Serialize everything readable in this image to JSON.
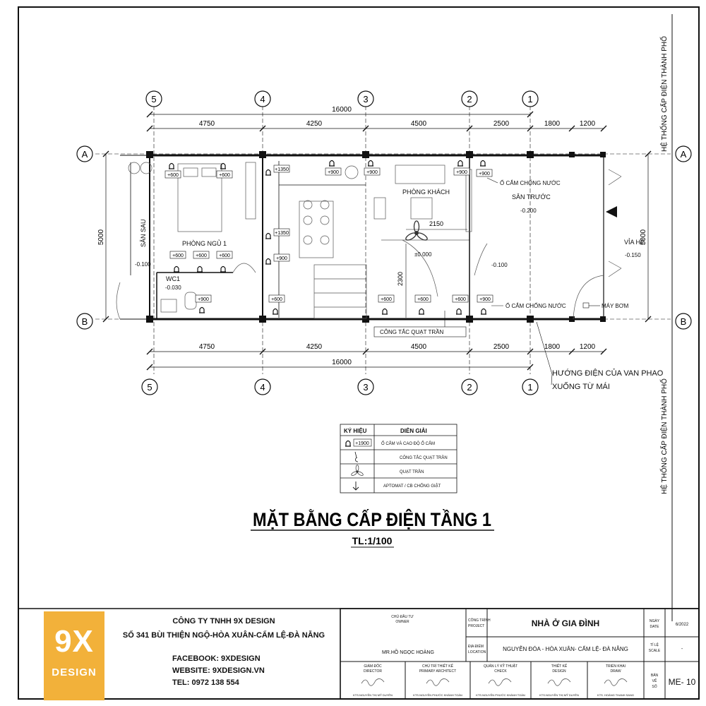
{
  "drawing": {
    "title": "MẶT BẰNG CẤP ĐIỆN TẦNG 1",
    "scale": "TL:1/100",
    "side_label": "HỆ THỐNG CẤP ĐIỆN THÀNH PHỐ"
  },
  "grid": {
    "axes_top": [
      "5",
      "4",
      "3",
      "2",
      "1"
    ],
    "axes_side": [
      "A",
      "B"
    ],
    "dims": [
      "4750",
      "4250",
      "4500",
      "2500",
      "1800",
      "1200"
    ],
    "total": "16000",
    "height_dim": "5000"
  },
  "rooms": {
    "bedroom": "PHÒNG NGỦ 1",
    "living": "PHÒNG KHÁCH",
    "front_yard": "SÂN TRƯỚC",
    "back_yard": "SÂN SAU",
    "wc": "WC1",
    "sidewalk": "VỈA HÈ"
  },
  "levels": {
    "front": "-0.200",
    "zero": "±0.000",
    "back": "-0.100",
    "wc": "-0.030",
    "sidewalk": "-0.150",
    "stair": "-0.100"
  },
  "inner_dims": {
    "d1": "2150",
    "d2": "2300"
  },
  "outlet_tags": {
    "h600": "+600",
    "h900": "+900",
    "h1350": "+1350"
  },
  "annotations": {
    "waterproof_outlet": "Ổ CẮM CHỐNG NƯỚC",
    "fan_switch": "CÔNG TẮC QUẠT TRẦN",
    "pump": "MÁY BƠM",
    "float_line1": "HƯỚNG ĐIỆN CỦA VAN PHAO",
    "float_line2": "XUỐNG TỪ MÁI"
  },
  "legend": {
    "header_symbol": "KÝ HIỆU",
    "header_desc": "DIỄN GIẢI",
    "sample_tag": "+1900",
    "rows": [
      "Ổ CẮM VÀ CAO ĐỘ Ổ CẮM",
      "CÔNG TẮC QUẠT TRẦN",
      "QUẠT TRẦN",
      "APTOMAT / CB CHỐNG GIẬT"
    ]
  },
  "company": {
    "logo_main": "9X",
    "logo_sub": "DESIGN",
    "name": "CÔNG TY TNHH 9X DESIGN",
    "address": "SỐ 341 BÙI THIỆN NGỘ-HÒA XUÂN-CẨM LỆ-ĐÀ NẴNG",
    "facebook": "FACEBOOK: 9XDESIGN",
    "website": "WEBSITE: 9XDESIGN.VN",
    "phone": "TEL: 0972 138 554"
  },
  "title_block": {
    "owner_label": "CHỦ ĐẦU TƯ",
    "owner_label_en": "OWNER",
    "owner": "MR.HỒ NGỌC HOÀNG",
    "project_label": "CÔNG TRÌNH",
    "project_label_en": "PROJECT",
    "project": "NHÀ Ở GIA ĐÌNH",
    "location_label": "ĐỊA ĐIỂM",
    "location_label_en": "LOCATION",
    "location": "NGUYỄN ĐÓA - HÒA XUÂN- CẨM LỆ- ĐÀ NẴNG",
    "date_label": "NGÀY",
    "date_label_en": "DATE",
    "date": "6/2022",
    "scale_label": "TỈ LỆ",
    "scale_label_en": "SCALE",
    "scale_value": "-",
    "sheet_label1": "BẢN",
    "sheet_label2": "VẼ",
    "sheet_label3": "SỐ",
    "sheet_no": "ME- 10",
    "roles": [
      {
        "vn": "GIÁM ĐỐC",
        "en": "DIRECTOR",
        "name": "KTS.NGUYỄN THỊ MỸ DUYÊN"
      },
      {
        "vn": "CHỦ TRÌ THIẾT KẾ",
        "en": "PRIMARY ARCHITECT",
        "name": "KTS.NGUYỄN PHƯỚC KHÁNH TOÀN"
      },
      {
        "vn": "QUẢN LÝ KỸ THUẬT",
        "en": "CHECK",
        "name": "KTS.NGUYỄN PHƯỚC KHÁNH TOÀN"
      },
      {
        "vn": "THIẾT KẾ",
        "en": "DESIGN",
        "name": "KTS.NGUYỄN THỊ MỸ DUYÊN"
      },
      {
        "vn": "TRIỂN KHAI",
        "en": "DRAW",
        "name": "KTS. HOÀNG THANH SANG"
      }
    ]
  }
}
